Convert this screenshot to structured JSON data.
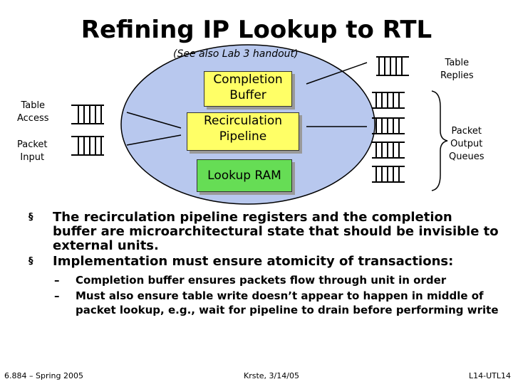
{
  "slide": {
    "title": "Refining IP Lookup to RTL",
    "subtitle": "(See also Lab 3 handout)"
  },
  "diagram": {
    "table_access": "Table\nAccess",
    "packet_input": "Packet\nInput",
    "table_replies": "Table\nReplies",
    "packet_output_queues": "Packet\nOutput\nQueues",
    "completion_buffer": "Completion\nBuffer",
    "recirculation_pipeline": "Recirculation\nPipeline",
    "lookup_ram": "Lookup RAM",
    "colors": {
      "ellipse": "#b8c8ee",
      "buffer_box": "#ffff66",
      "ram_box": "#66dd55"
    }
  },
  "bullets": [
    {
      "marker": "§",
      "text": "The recirculation pipeline registers and the completion buffer are microarchitectural state that should be invisible to external units."
    },
    {
      "marker": "§",
      "text": "Implementation must ensure atomicity of transactions:",
      "sub": [
        {
          "marker": "–",
          "text": "Completion buffer ensures packets flow through unit in order"
        },
        {
          "marker": "–",
          "text": "Must also ensure table write doesn’t appear to happen in middle of packet lookup, e.g., wait for pipeline to drain before performing write"
        }
      ]
    }
  ],
  "footer": {
    "left": "6.884 – Spring 2005",
    "center": "Krste, 3/14/05",
    "right": "L14-UTL14"
  }
}
